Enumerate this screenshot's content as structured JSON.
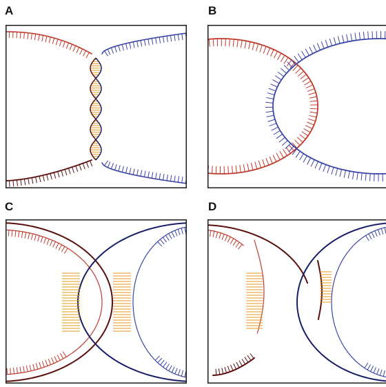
{
  "panels": [
    {
      "label": "A"
    },
    {
      "label": "B"
    },
    {
      "label": "C"
    },
    {
      "label": "D"
    }
  ],
  "colors": {
    "red_strand": "#c0392b",
    "dark_red_strand": "#5a0d0d",
    "blue_strand": "#3a44a8",
    "dark_blue_strand": "#161d66",
    "base_pairs": "#e3961e",
    "frame": "#1a1a1a"
  }
}
